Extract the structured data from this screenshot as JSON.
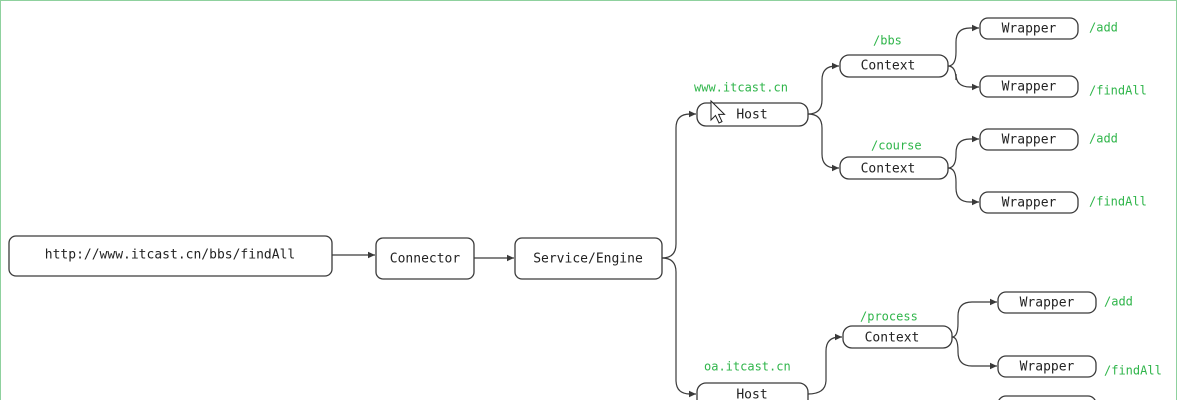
{
  "diagram": {
    "url": "http://www.itcast.cn/bbs/findAll",
    "connector": "Connector",
    "engine": "Service/Engine",
    "hosts": [
      {
        "name": "www.itcast.cn",
        "node": "Host",
        "contexts": [
          {
            "path": "/bbs",
            "node": "Context",
            "wrappers": [
              {
                "node": "Wrapper",
                "path": "/add"
              },
              {
                "node": "Wrapper",
                "path": "/findAll"
              }
            ]
          },
          {
            "path": "/course",
            "node": "Context",
            "wrappers": [
              {
                "node": "Wrapper",
                "path": "/add"
              },
              {
                "node": "Wrapper",
                "path": "/findAll"
              }
            ]
          }
        ]
      },
      {
        "name": "oa.itcast.cn",
        "node": "Host",
        "contexts": [
          {
            "path": "/process",
            "node": "Context",
            "wrappers": [
              {
                "node": "Wrapper",
                "path": "/add"
              },
              {
                "node": "Wrapper",
                "path": "/findAll"
              }
            ]
          }
        ]
      }
    ]
  },
  "colors": {
    "label": "#2fb54a",
    "frame": "#8fd19e",
    "stroke": "#3a3a3a"
  }
}
